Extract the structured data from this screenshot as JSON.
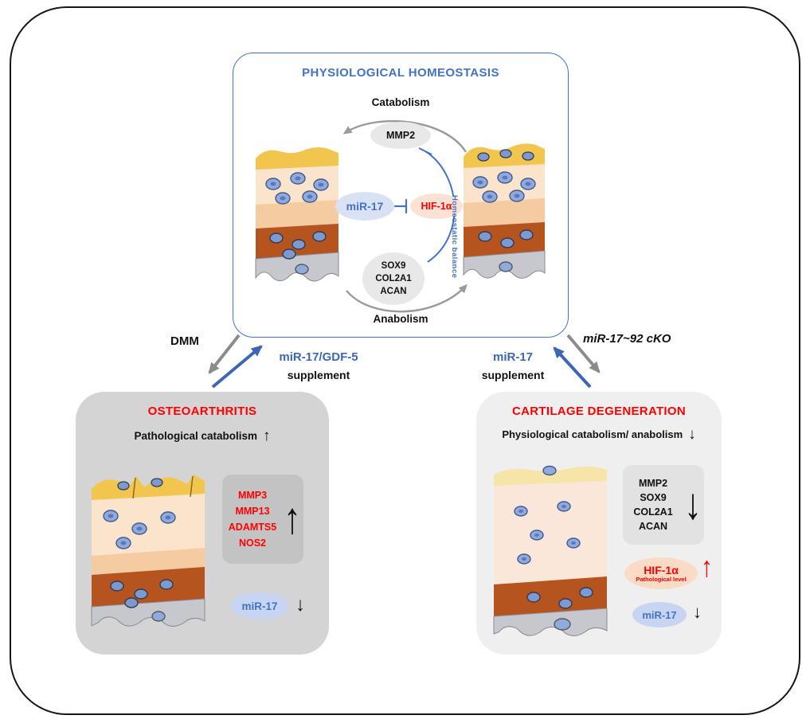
{
  "colors": {
    "accent_blue": "#4472C4",
    "arrow_blue": "#3E66B5",
    "arrow_gray": "#8C8C8C",
    "alert_red": "#FF0000",
    "mir17_ellipse_bg": "#D9E2F5",
    "hif1a_ellipse_bg": "#FBE2D5",
    "gene_ellipse_bg": "#E9E8E8",
    "oa_box_bg": "#D4D4D4",
    "degeneration_box_bg": "#EFEFEF"
  },
  "symbols": {
    "up": "↑",
    "down": "↓"
  },
  "homeostasis": {
    "title": "PHYSIOLOGICAL HOMEOSTASIS",
    "catabolism_label": "Catabolism",
    "anabolism_label": "Anabolism",
    "mmp2_label": "MMP2",
    "mir17_label": "miR-17",
    "hif1a_label": "HIF-1α",
    "balance_label": "Homeostatic balance",
    "anabolic_genes": [
      "SOX9",
      "COL2A1",
      "ACAN"
    ]
  },
  "transitions": {
    "dmm_label": "DMM",
    "left_supplement_gene": "miR-17/GDF-5",
    "left_supplement_word": "supplement",
    "right_supplement_gene": "miR-17",
    "right_supplement_word": "supplement",
    "cko_label": "miR-17~92 cKO"
  },
  "osteoarthritis": {
    "title": "OSTEOARTHRITIS",
    "subtitle": "Pathological catabolism",
    "genes": [
      "MMP3",
      "MMP13",
      "ADAMTS5",
      "NOS2"
    ],
    "mir17_label": "miR-17"
  },
  "degeneration": {
    "title": "CARTILAGE DEGENERATION",
    "subtitle": "Physiological catabolism/ anabolism",
    "genes": [
      "MMP2",
      "SOX9",
      "COL2A1",
      "ACAN"
    ],
    "hif1a_label": "HIF-1α",
    "hif1a_note": "Pathological level",
    "mir17_label": "miR-17"
  }
}
